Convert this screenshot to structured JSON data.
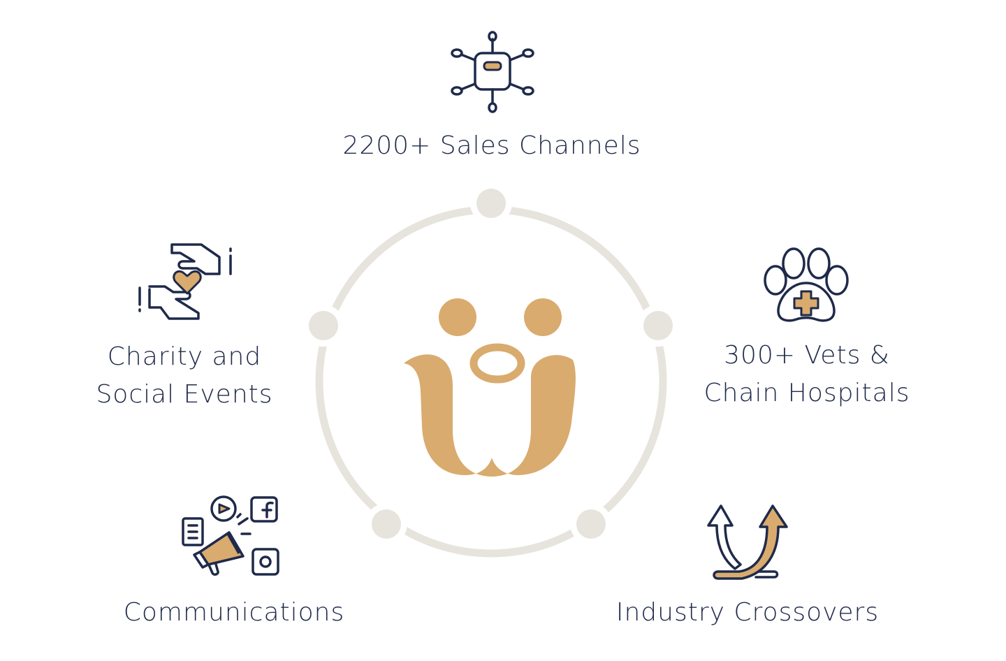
{
  "colors": {
    "navy": "#1f2a4a",
    "gold": "#d9ab6e",
    "ring": "#e7e4dd",
    "background": "#ffffff"
  },
  "center": {
    "logo_icon": "paw-w-logo-icon"
  },
  "nodes": [
    {
      "id": "sales",
      "icon": "network-hub-icon",
      "lines": [
        "2200+ Sales Channels"
      ]
    },
    {
      "id": "vets",
      "icon": "paw-medical-cross-icon",
      "lines": [
        "300+ Vets &",
        "Chain Hospitals"
      ]
    },
    {
      "id": "industry",
      "icon": "crossing-arrows-icon",
      "lines": [
        "Industry Crossovers"
      ]
    },
    {
      "id": "communications",
      "icon": "megaphone-social-icon",
      "lines": [
        "Communications"
      ]
    },
    {
      "id": "charity",
      "icon": "hands-heart-icon",
      "lines": [
        "Charity and",
        "Social Events"
      ]
    }
  ]
}
